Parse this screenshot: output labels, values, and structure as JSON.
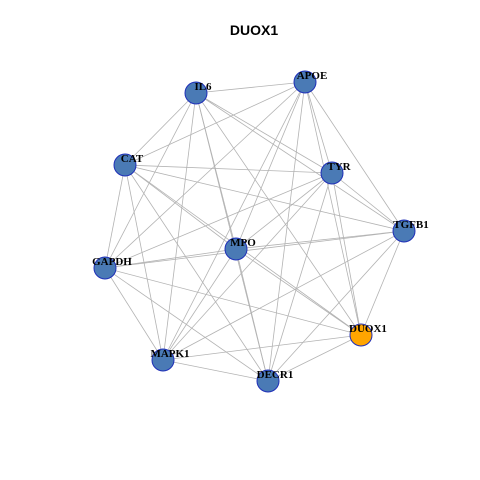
{
  "title": "DUOX1",
  "colors": {
    "node_default": "#4a7ab5",
    "node_highlight": "#ffa500",
    "node_border": "#1f2fb8",
    "edge": "#b3b3b3"
  },
  "nodes": [
    {
      "id": "IL6",
      "label": "IL6",
      "highlight": false
    },
    {
      "id": "APOE",
      "label": "APOE",
      "highlight": false
    },
    {
      "id": "CAT",
      "label": "CAT",
      "highlight": false
    },
    {
      "id": "TYR",
      "label": "TYR",
      "highlight": false
    },
    {
      "id": "TGFB1",
      "label": "TGFB1",
      "highlight": false
    },
    {
      "id": "MPO",
      "label": "MPO",
      "highlight": false
    },
    {
      "id": "GAPDH",
      "label": "GAPDH",
      "highlight": false
    },
    {
      "id": "DUOX1",
      "label": "DUOX1",
      "highlight": true
    },
    {
      "id": "MAPK1",
      "label": "MAPK1",
      "highlight": false
    },
    {
      "id": "DECR1",
      "label": "DECR1",
      "highlight": false
    }
  ],
  "edges": [
    [
      "IL6",
      "APOE"
    ],
    [
      "IL6",
      "CAT"
    ],
    [
      "IL6",
      "TYR"
    ],
    [
      "IL6",
      "MPO"
    ],
    [
      "IL6",
      "GAPDH"
    ],
    [
      "IL6",
      "DUOX1"
    ],
    [
      "IL6",
      "MAPK1"
    ],
    [
      "IL6",
      "DECR1"
    ],
    [
      "IL6",
      "TGFB1"
    ],
    [
      "APOE",
      "CAT"
    ],
    [
      "APOE",
      "TYR"
    ],
    [
      "APOE",
      "TGFB1"
    ],
    [
      "APOE",
      "MPO"
    ],
    [
      "APOE",
      "GAPDH"
    ],
    [
      "APOE",
      "DUOX1"
    ],
    [
      "APOE",
      "MAPK1"
    ],
    [
      "APOE",
      "DECR1"
    ],
    [
      "CAT",
      "TYR"
    ],
    [
      "CAT",
      "TGFB1"
    ],
    [
      "CAT",
      "GAPDH"
    ],
    [
      "CAT",
      "DUOX1"
    ],
    [
      "CAT",
      "MAPK1"
    ],
    [
      "CAT",
      "DECR1"
    ],
    [
      "CAT",
      "MPO"
    ],
    [
      "TYR",
      "TGFB1"
    ],
    [
      "TYR",
      "GAPDH"
    ],
    [
      "TYR",
      "DUOX1"
    ],
    [
      "TYR",
      "MAPK1"
    ],
    [
      "TYR",
      "DECR1"
    ],
    [
      "TYR",
      "MPO"
    ],
    [
      "TGFB1",
      "MPO"
    ],
    [
      "TGFB1",
      "GAPDH"
    ],
    [
      "TGFB1",
      "DUOX1"
    ],
    [
      "TGFB1",
      "MAPK1"
    ],
    [
      "TGFB1",
      "DECR1"
    ],
    [
      "MPO",
      "GAPDH"
    ],
    [
      "MPO",
      "MAPK1"
    ],
    [
      "MPO",
      "DECR1"
    ],
    [
      "MPO",
      "DUOX1"
    ],
    [
      "GAPDH",
      "MAPK1"
    ],
    [
      "GAPDH",
      "DECR1"
    ],
    [
      "GAPDH",
      "DUOX1"
    ],
    [
      "MAPK1",
      "DECR1"
    ],
    [
      "MAPK1",
      "DUOX1"
    ],
    [
      "DECR1",
      "DUOX1"
    ]
  ]
}
